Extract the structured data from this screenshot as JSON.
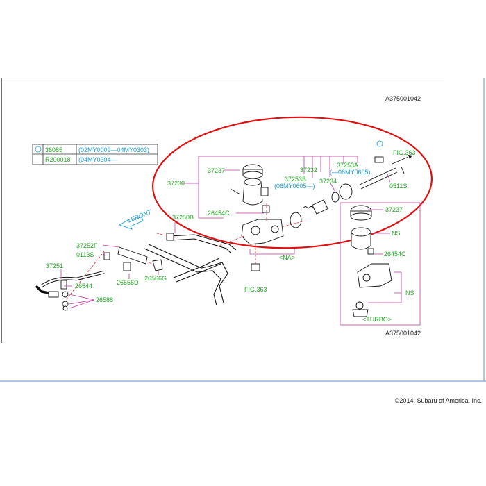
{
  "diagram_code": "A375001042",
  "copyright": "©2014, Subaru of America, Inc.",
  "legend": [
    {
      "part": "36085",
      "range": "(02MY0009—04MY0303)"
    },
    {
      "part": "R200018",
      "range": "(04MY0304—"
    }
  ],
  "labels": {
    "p37237_top": "37237",
    "p37230": "37230",
    "p26454c_top": "26454C",
    "p37253b": "37253B",
    "p37253b_note": "(06MY0605—)",
    "p37232": "37232",
    "p37253a": "37253A",
    "p37253a_note": "(—06MY0605)",
    "p37234": "37234",
    "fig363_top": "FIG.363",
    "p0511s": "0511S",
    "p37237_right": "37237",
    "ns1": "NS",
    "p26454c_right": "26454C",
    "ns2": "NS",
    "turbo": "<TURBO>",
    "na": "<NA>",
    "fig363_bottom": "FIG.363",
    "front": "FRONT",
    "p37250b": "37250B",
    "p37252f": "37252F",
    "p0113s": "0113S",
    "p37251": "37251",
    "p26544": "26544",
    "p26556d": "26556D",
    "p26566g": "26566G",
    "p26588": "26588"
  }
}
